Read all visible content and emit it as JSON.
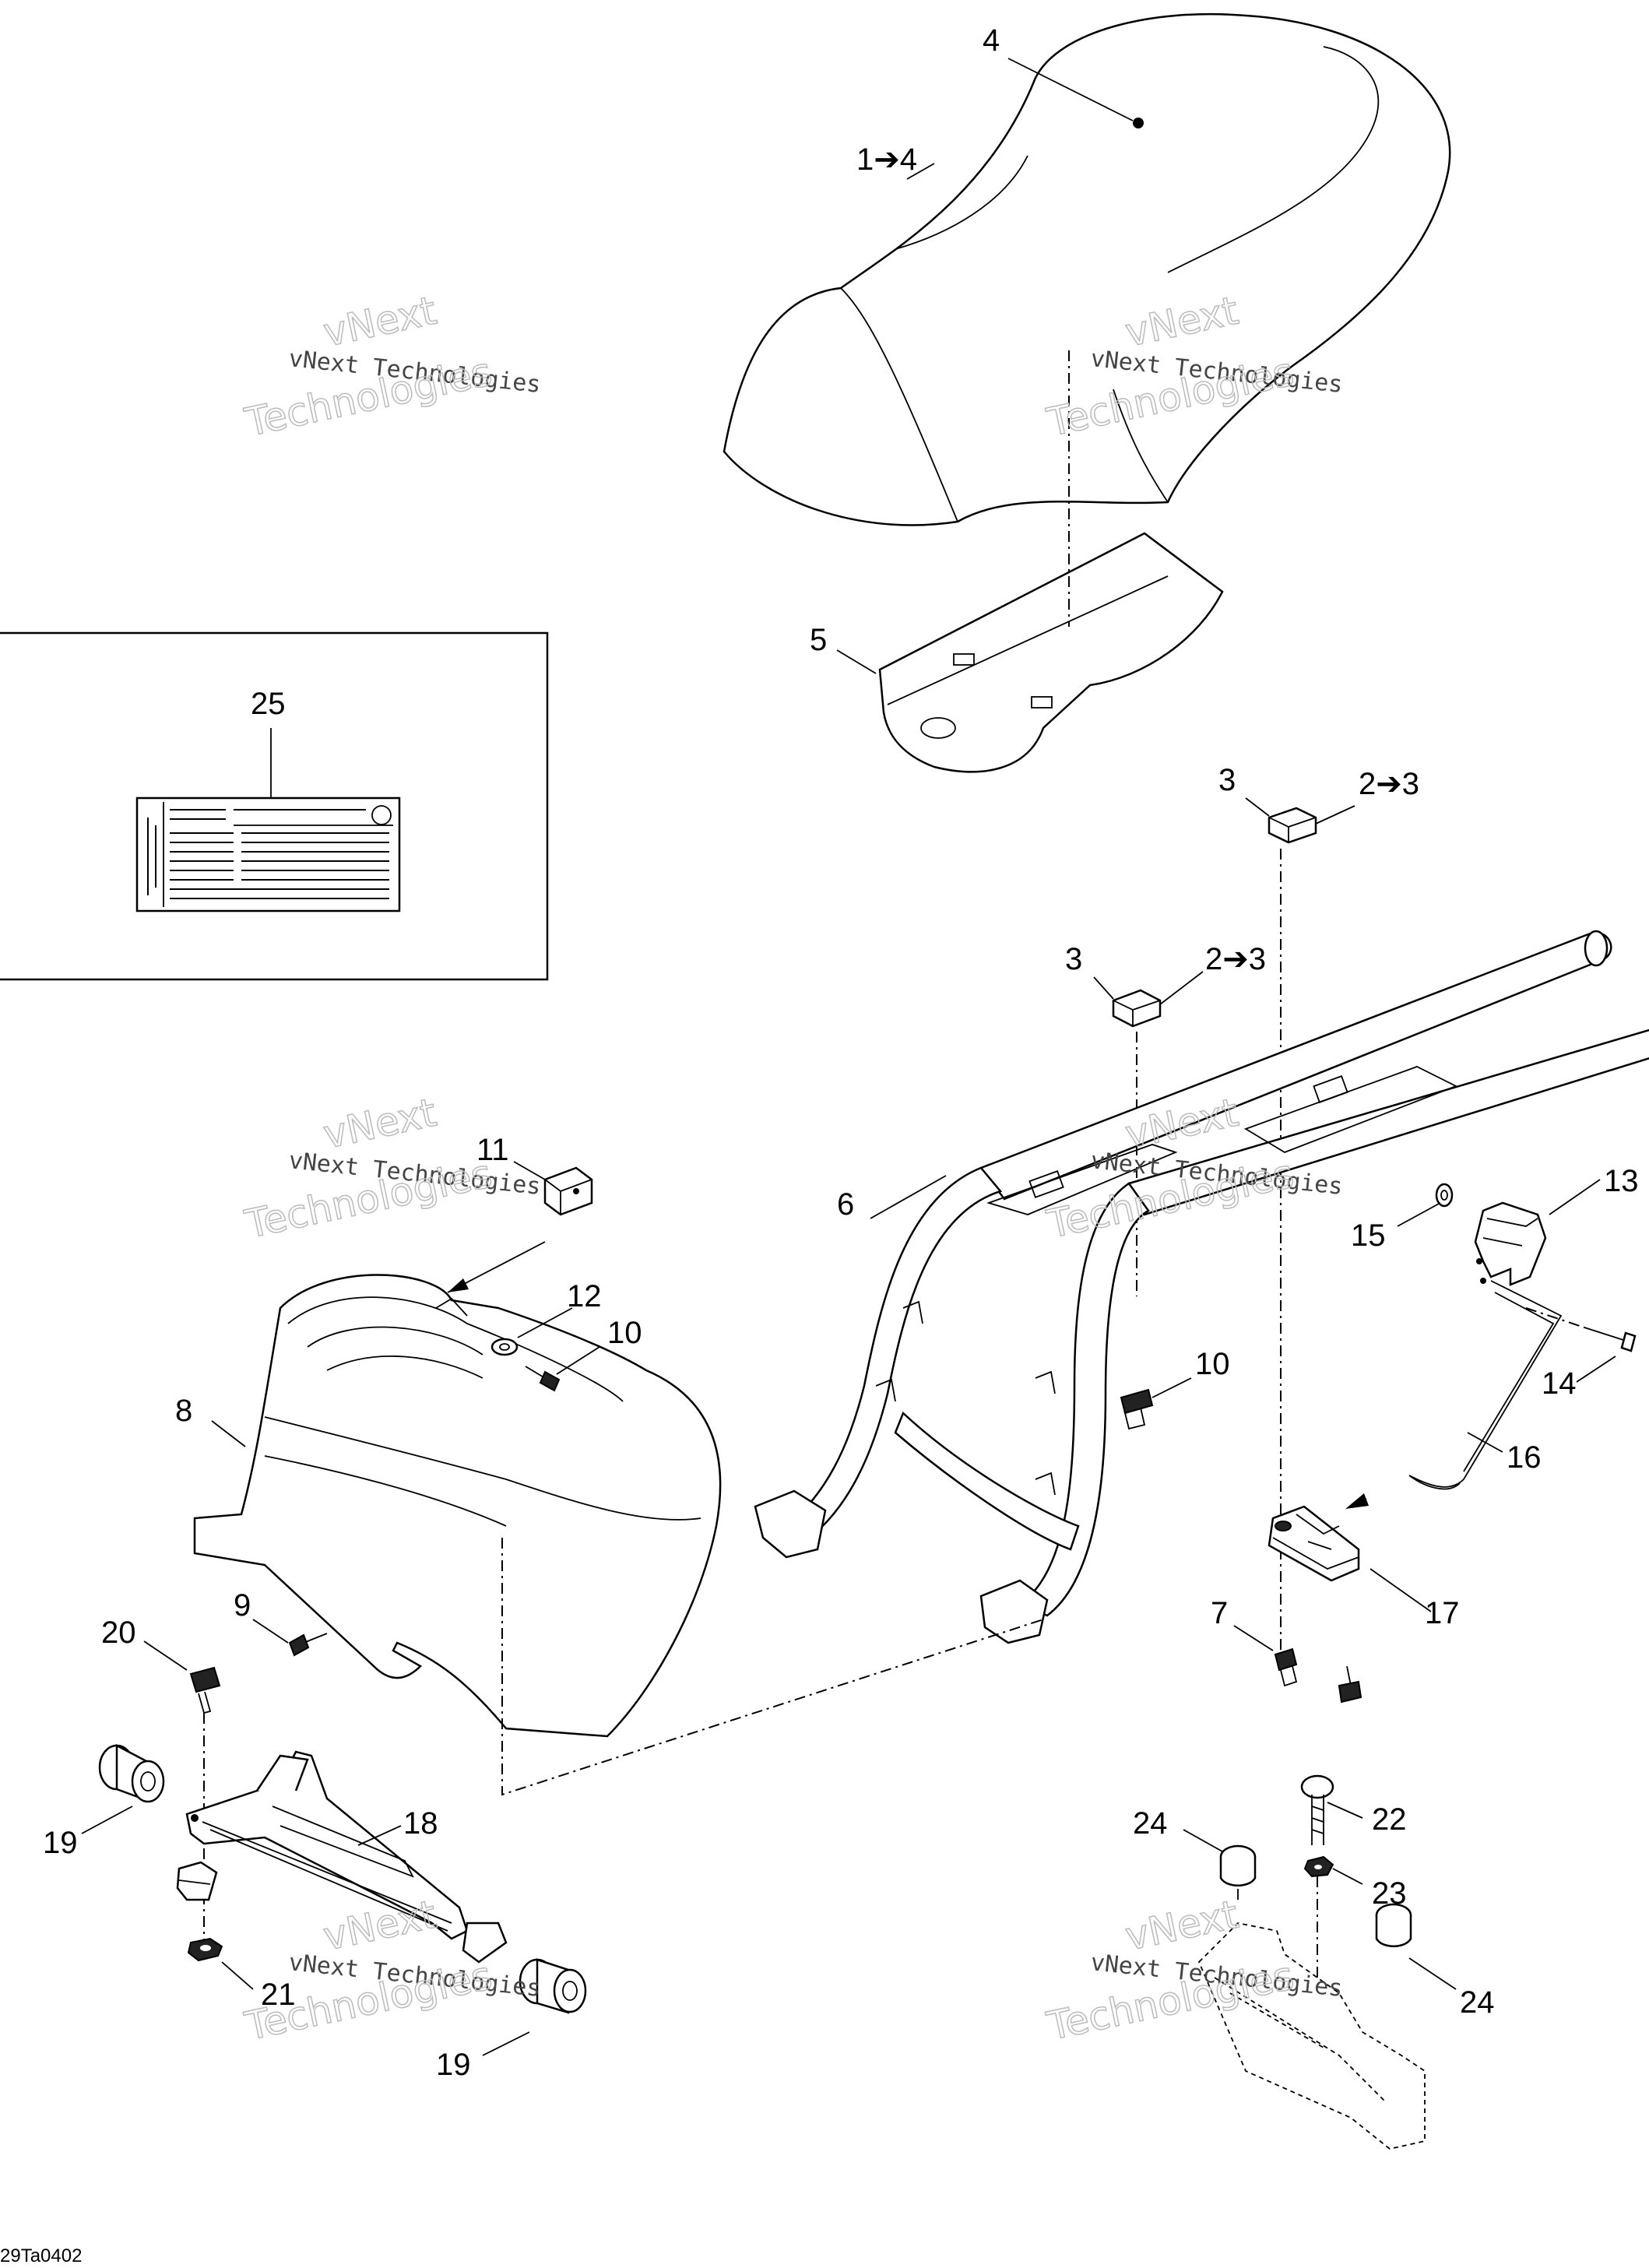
{
  "labels": {
    "l4": "4",
    "l1to4": "1➔4",
    "l5": "5",
    "l25": "25",
    "l3a": "3",
    "l2to3a": "2➔3",
    "l3b": "3",
    "l2to3b": "2➔3",
    "l11": "11",
    "l12": "12",
    "l10a": "10",
    "l6": "6",
    "l10b": "10",
    "l13": "13",
    "l15": "15",
    "l14": "14",
    "l16": "16",
    "l8": "8",
    "l9": "9",
    "l7": "7",
    "l17": "17",
    "l20": "20",
    "l18": "18",
    "l19a": "19",
    "l21": "21",
    "l19b": "19",
    "l24a": "24",
    "l22": "22",
    "l23": "23",
    "l24b": "24"
  },
  "watermarks": [
    {
      "line1": "vNext Technologies",
      "line2": "vNext",
      "line3": "Technologies"
    },
    {
      "line1": "vNext Technologies",
      "line2": "vNext",
      "line3": "Technologies"
    },
    {
      "line1": "vNext Technologies",
      "line2": "vNext",
      "line3": "Technologies"
    },
    {
      "line1": "vNext Technologies",
      "line2": "vNext",
      "line3": "Technologies"
    },
    {
      "line1": "vNext Technologies",
      "line2": "vNext",
      "line3": "Technologies"
    },
    {
      "line1": "vNext Technologies",
      "line2": "vNext",
      "line3": "Technologies"
    }
  ],
  "drawing_code": "29Ta0402"
}
